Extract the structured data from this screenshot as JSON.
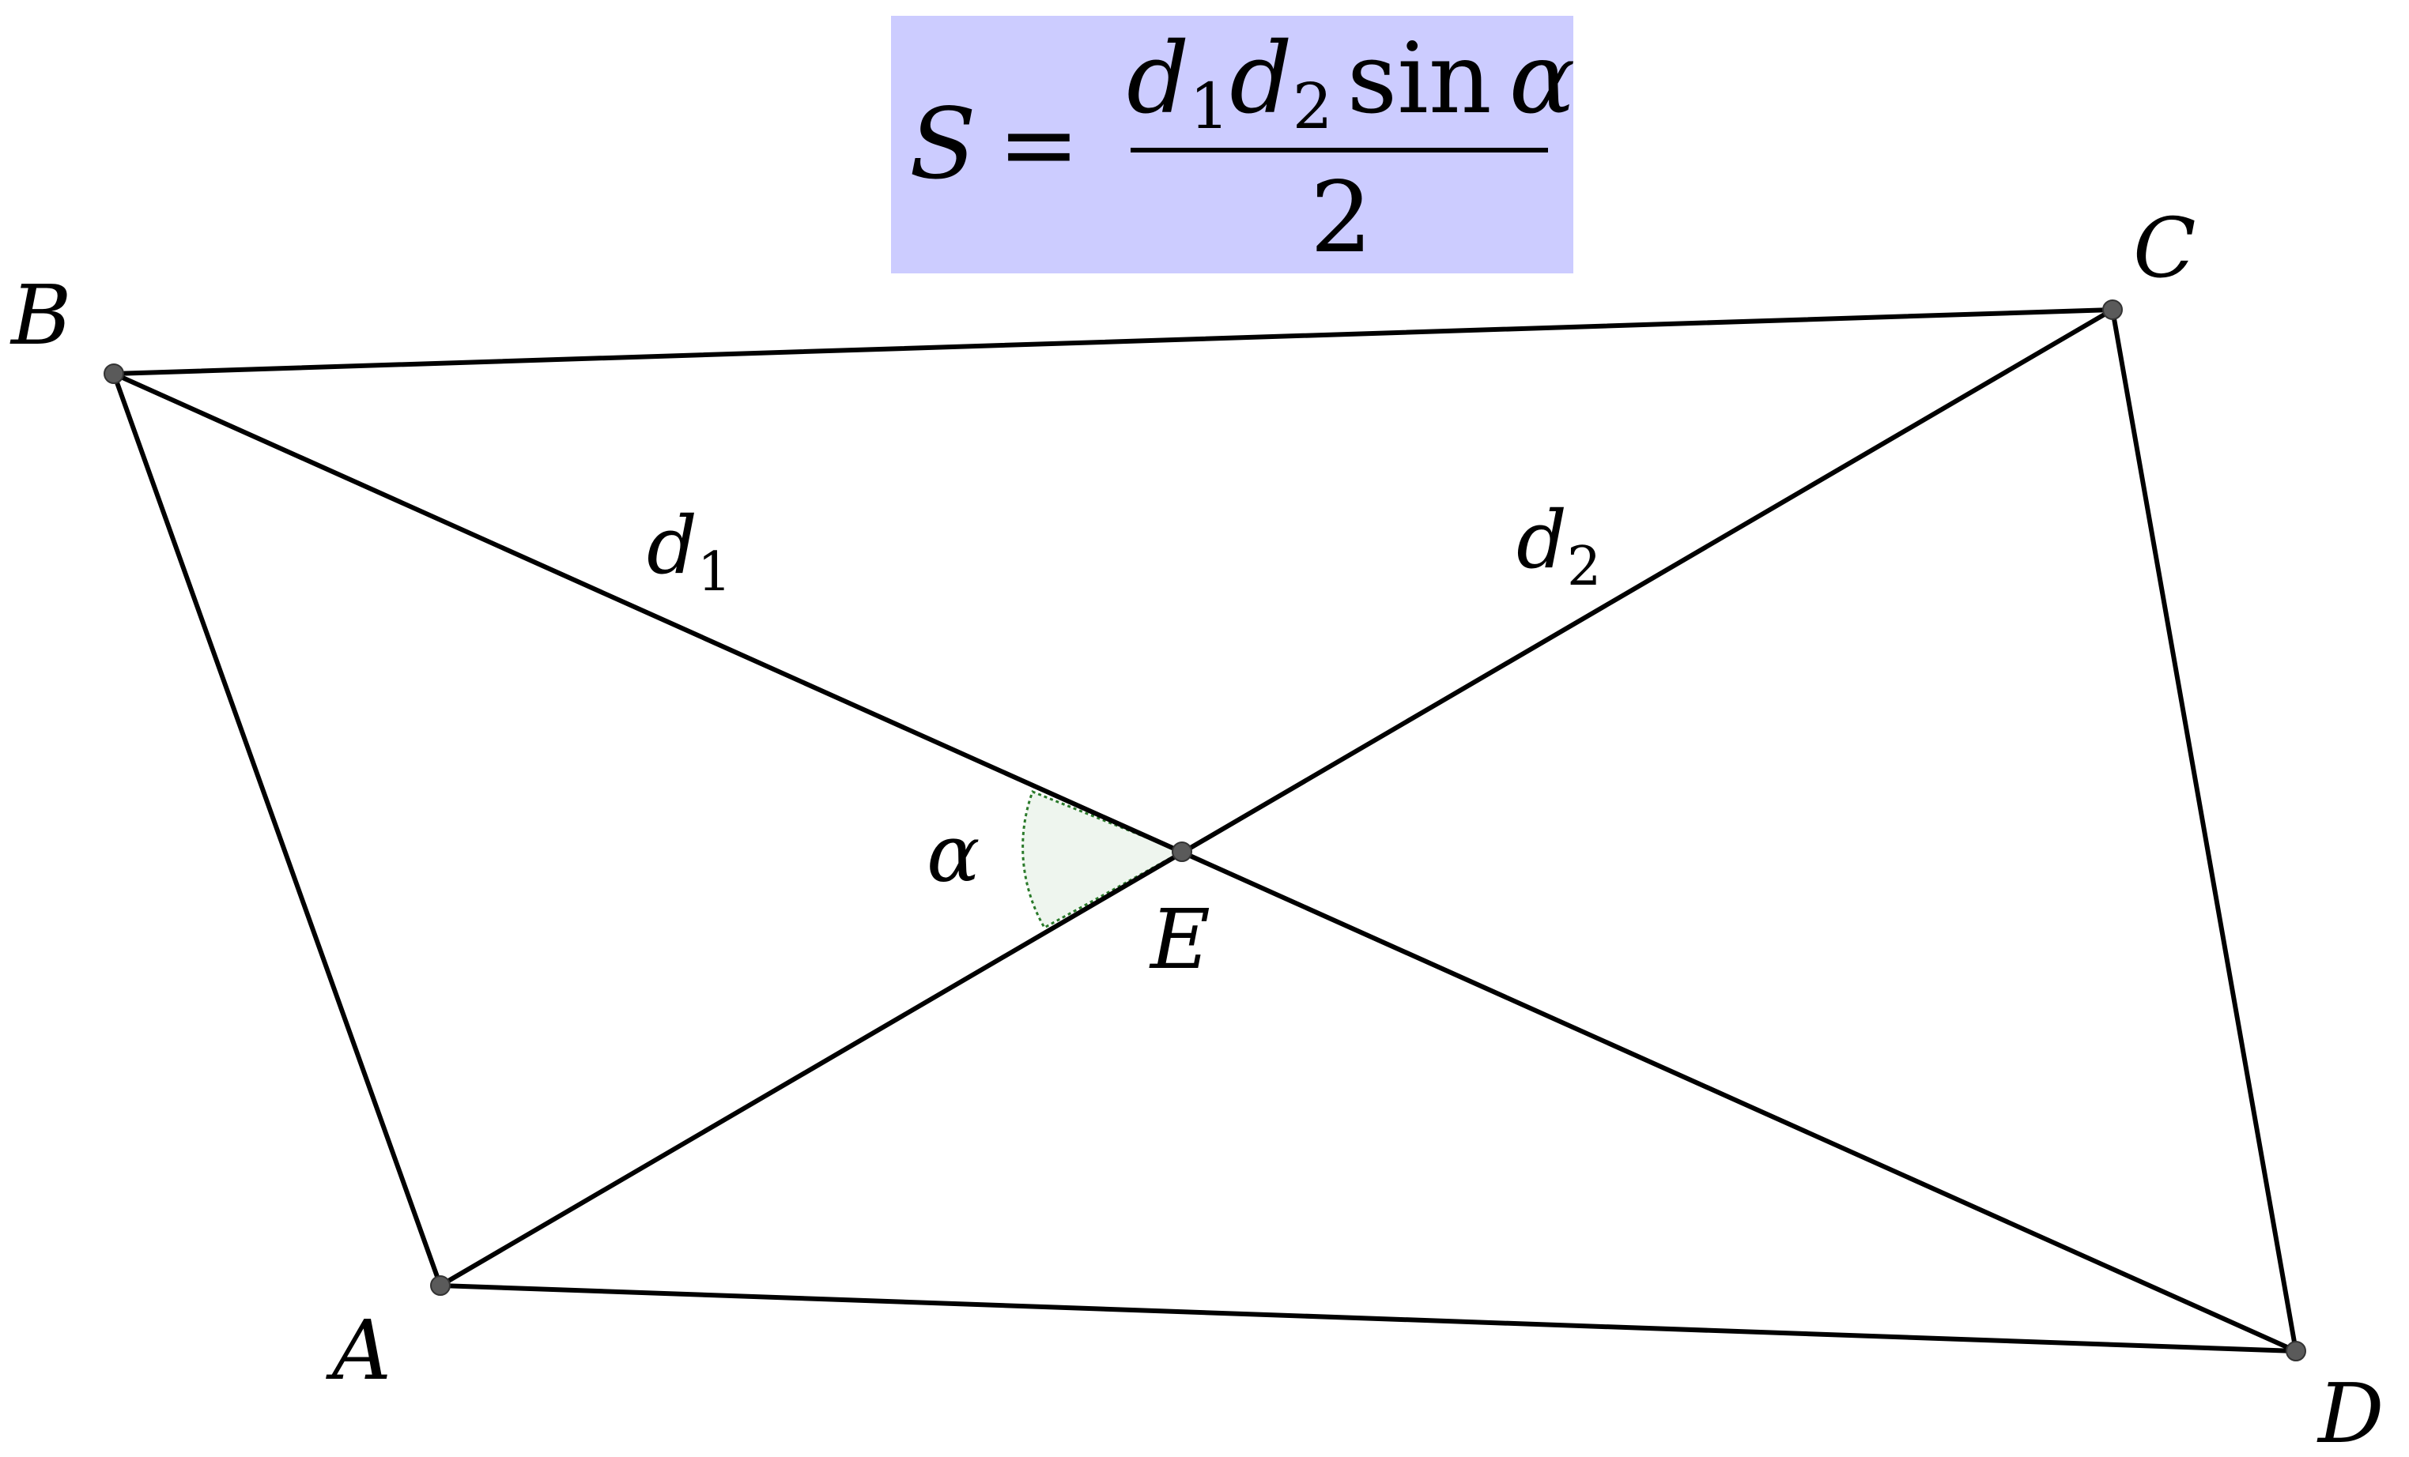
{
  "formula": {
    "lhs": "S",
    "equals": "=",
    "numerator_d": "d",
    "numerator_sub1": "1",
    "numerator_d2": "d",
    "numerator_sub2": "2",
    "numerator_sin": "sin",
    "numerator_alpha": "α",
    "denominator": "2",
    "background": "#ccccff"
  },
  "points": {
    "A": "A",
    "B": "B",
    "C": "C",
    "D": "D",
    "E": "E"
  },
  "segments": {
    "d1_letter": "d",
    "d1_sub": "1",
    "d2_letter": "d",
    "d2_sub": "2"
  },
  "angle": {
    "label": "α",
    "color": "#2a7a2a"
  }
}
